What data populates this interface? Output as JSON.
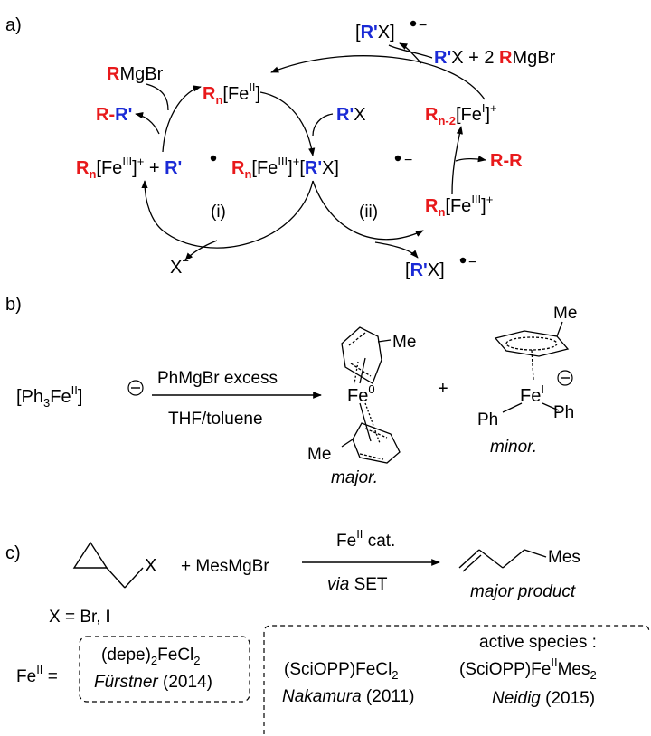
{
  "panels": {
    "a": "a)",
    "b": "b)",
    "c": "c)"
  },
  "colors": {
    "red": "#e8191b",
    "blue": "#1a2ad6",
    "black": "#000000"
  },
  "cycle_a": {
    "top_left_reagent_R": "R",
    "top_left_reagent_rest": "MgBr",
    "top_center_R": "R",
    "top_center_n": "n",
    "top_center_fe": "[Fe",
    "top_center_ox": "II",
    "top_center_close": "]",
    "coupling_R1": "R",
    "coupling_dash": "-",
    "coupling_R2": "R'",
    "left_R": "R",
    "left_n": "n",
    "left_fe": "[Fe",
    "left_ox": "III",
    "left_close": "]",
    "left_charge": "+",
    "left_plus": " + ",
    "left_radical_R": "R'",
    "center_reagent_R": "R'",
    "center_reagent_X": "X",
    "center_R": "R",
    "center_n": "n",
    "center_fe": "[Fe",
    "center_ox": "III",
    "center_close": "]",
    "center_charge": "+",
    "center_br_open": "[",
    "center_br_R": "R'",
    "center_br_close": "X]",
    "center_radical_charge": "−",
    "label_i": "(i)",
    "label_ii": "(ii)",
    "halide_X": "X",
    "halide_charge": "−",
    "bottom_br_open": "[",
    "bottom_br_R": "R'",
    "bottom_br_close": "X]",
    "bottom_charge": "−",
    "top_br_open": "[",
    "top_br_R": "R'",
    "top_br_close": "X]",
    "top_charge": "−",
    "top_reagent_R1": "R'",
    "top_reagent_mid": "X + 2 ",
    "top_reagent_R2": "R",
    "top_reagent_rest": "MgBr",
    "right_top_R": "R",
    "right_top_n": "n-2",
    "right_top_fe": "[Fe",
    "right_top_ox": "I",
    "right_top_close": "]",
    "right_top_charge": "+",
    "right_RR_1": "R",
    "right_RR_dash": "-",
    "right_RR_2": "R",
    "right_low_R": "R",
    "right_low_n": "n",
    "right_low_fe": "[Fe",
    "right_low_ox": "III",
    "right_low_close": "]",
    "right_low_charge": "+"
  },
  "panel_b": {
    "start_a": "[Ph",
    "start_sub": "3",
    "start_b": "Fe",
    "start_ox": "II",
    "start_c": "]",
    "arrow_top": "PhMgBr excess",
    "arrow_bottom": "THF/toluene",
    "major_metal": "Fe",
    "major_ox": "0",
    "major_me_top": "Me",
    "major_me_bottom": "Me",
    "major_label": "major.",
    "plus": "+",
    "minor_me": "Me",
    "minor_metal": "Fe",
    "minor_ox": "I",
    "minor_ph_left": "Ph",
    "minor_ph_right": "Ph",
    "minor_label": "minor."
  },
  "panel_c": {
    "substrate_X": "X",
    "substrate_note_a": "X = Br, ",
    "substrate_note_b": "I",
    "plus_reagent": "+ MesMgBr",
    "cat_a": "Fe",
    "cat_ox": "II",
    "cat_b": " cat.",
    "via_italic": "via",
    "via_rest": " SET",
    "product_group": "Mes",
    "product_label": "major product"
  },
  "catalysts": {
    "fe_label": "Fe",
    "fe_ox": "II",
    "equals": " =",
    "box1_line1_a": "(depe)",
    "box1_line1_sub": "2",
    "box1_line1_b": "FeCl",
    "box1_line1_sub2": "2",
    "box1_line2_name": "Fürstner",
    "box1_line2_year": " (2014)",
    "box2_col1_a": "(SciOPP)FeCl",
    "box2_col1_sub": "2",
    "box2_col1_name": "Nakamura",
    "box2_col1_year": " (2011)",
    "box2_col2_title": "active species :",
    "box2_col2_a": "(SciOPP)Fe",
    "box2_col2_ox": "II",
    "box2_col2_b": "Mes",
    "box2_col2_sub": "2",
    "box2_col2_name": "Neidig",
    "box2_col2_year": " (2015)"
  }
}
